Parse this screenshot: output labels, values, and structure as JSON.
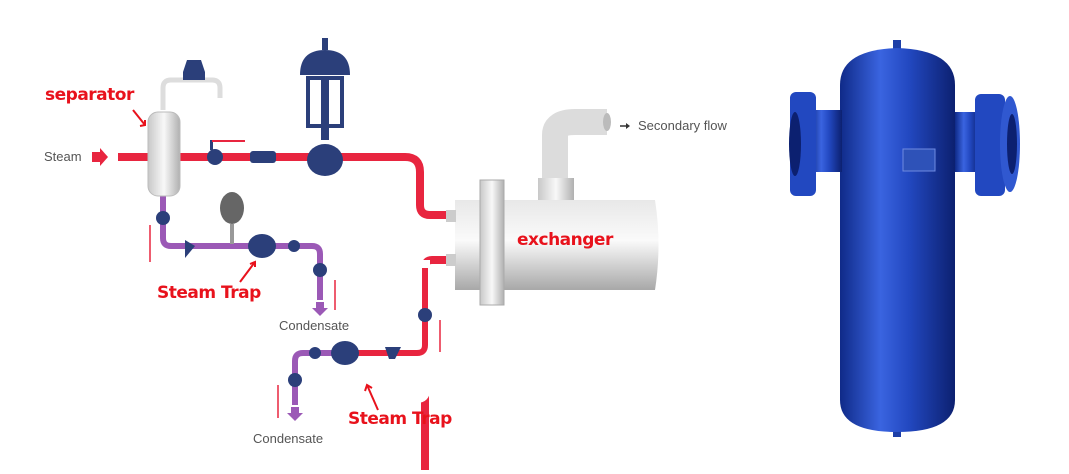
{
  "diagram": {
    "labels": {
      "separator": "separator",
      "steam": "Steam",
      "secondary_flow": "Secondary flow",
      "exchanger": "exchanger",
      "steam_trap_1": "Steam Trap",
      "condensate_1": "Condensate",
      "steam_trap_2": "Steam Trap",
      "condensate_2": "Condensate"
    },
    "colors": {
      "steam_pipe": "#e8253f",
      "condensate_pipe": "#9b59b6",
      "label_red": "#e8121c",
      "valve_blue": "#2b3f7a",
      "separator_blue": "#1d3fa8"
    }
  }
}
